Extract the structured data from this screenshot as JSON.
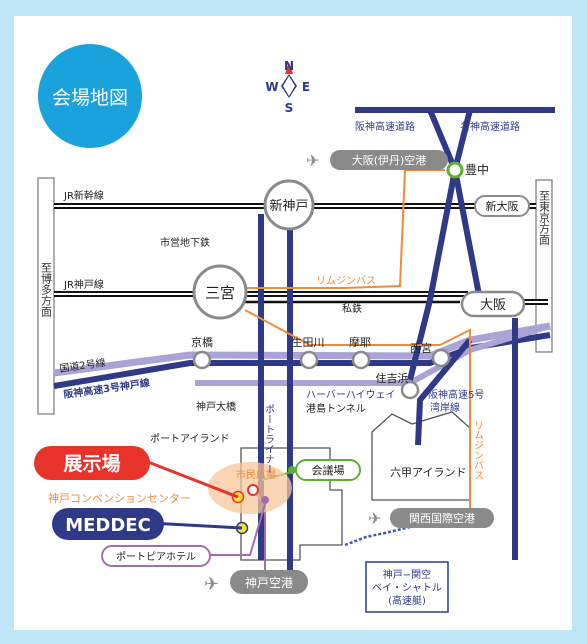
{
  "badge": {
    "label": "会場地図"
  },
  "compass": {
    "n": "N",
    "s": "S",
    "e": "E",
    "w": "W"
  },
  "stations": {
    "shinkobe": "新神戸",
    "sannomiya": "三宮",
    "osaka": "大阪",
    "toyonaka": "豊中",
    "shin_osaka": "新大阪",
    "kyobashi": "京橋",
    "ikutagawa": "生田川",
    "maya": "摩耶",
    "nishinomiya": "西宮",
    "sumiyoshihama": "住吉浜"
  },
  "airports": {
    "itami": "大阪(伊丹)空港",
    "kansai": "関西国際空港",
    "kobe": "神戸空港"
  },
  "lines": {
    "jr_shinkansen": "JR新幹線",
    "jr_kobe": "JR神戸線",
    "shiei_subway": "市営地下鉄",
    "limousine_bus_top": "リムジンバス",
    "limousine_bus_side": "リムジンバス",
    "shitetsu": "私鉄",
    "hanshin_expressway_top": "阪神高速道路",
    "meishin_expressway": "名神高速道路",
    "route2": "国道2号線",
    "hanshin_route3": "阪神高速3号神戸線",
    "harbor_highway": "ハーバーハイウェイ",
    "minatojima_tunnel": "港島トンネル",
    "hanshin_route5": "阪神高速5号",
    "wangan": "湾岸線",
    "port_liner": "ポートライナー",
    "kobe_ohashi": "神戸大橋"
  },
  "places": {
    "port_island": "ポートアイランド",
    "rokko_island": "六甲アイランド",
    "shimin_hiroba": "市民広場",
    "kaigijo": "会議場",
    "convention_center": "神戸コンベンションセンター",
    "portopia_hotel": "ポートピアホテル",
    "to_hakata": "至博多方面",
    "to_tokyo": "至東京方面"
  },
  "callouts": {
    "venue": "展示場",
    "meddec": "MEDDEC"
  },
  "shuttle": {
    "line1": "神戸−関空",
    "line2": "ベイ・シャトル",
    "line3": "(高速艇)"
  },
  "colors": {
    "navy": "#2e3a87",
    "lavender": "#a9a3d6",
    "orange": "#ee8c3c",
    "gray": "#8a8a8a",
    "red": "#e8322a",
    "green": "#5ab031",
    "badge": "#1aa2dc",
    "sky": "#bfe6f7"
  }
}
